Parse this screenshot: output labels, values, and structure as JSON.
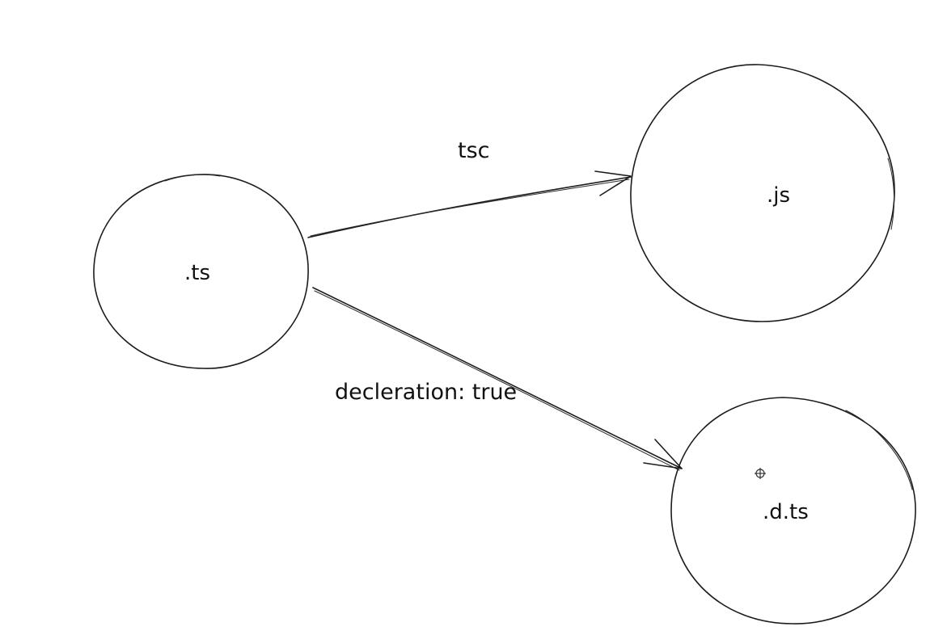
{
  "diagram": {
    "nodes": [
      {
        "id": "ts",
        "label": ".ts"
      },
      {
        "id": "js",
        "label": ".js"
      },
      {
        "id": "dts",
        "label": ".d.ts"
      }
    ],
    "edges": [
      {
        "from": "ts",
        "to": "js",
        "label": "tsc"
      },
      {
        "from": "ts",
        "to": "dts",
        "label": "decleration: true"
      }
    ],
    "colors": {
      "stroke": "#1c1c1c",
      "background": "#ffffff"
    },
    "icons": [
      "crosshair-cursor-icon"
    ]
  }
}
